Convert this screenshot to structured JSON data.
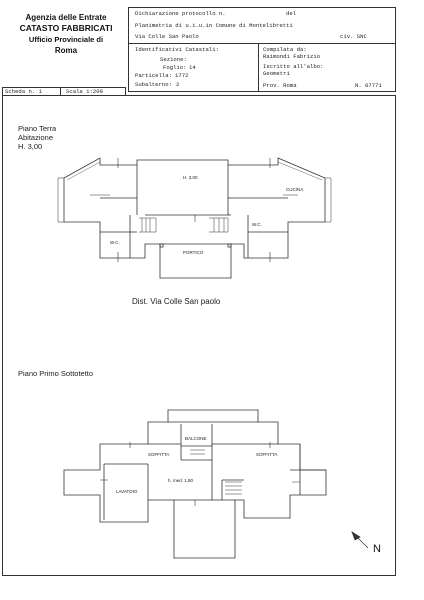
{
  "agency": {
    "line1": "Agenzia delle Entrate",
    "line2": "CATASTO FABBRICATI",
    "line3": "Ufficio Provinciale di",
    "line4": "Roma"
  },
  "header": {
    "dichiarazione": "Dichiarazione protocollo n.",
    "del": "del",
    "planimetria": "Planimetria di u.i.u.in Comune di Montelibretti",
    "via": "Via Colle San Paolo",
    "civ": "civ. SNC",
    "ident_title": "Identificativi Catastali:",
    "sezione_label": "Sezione:",
    "foglio_label": "Foglio:",
    "foglio_value": "14",
    "particella_label": "Particella:",
    "particella_value": "1772",
    "subalterno_label": "Subalterno:",
    "subalterno_value": "2",
    "compilata": "Compilata da:",
    "compilatore": "Raimondi Fabrizio",
    "iscritto": "Iscritto all'albo:",
    "albo": "Geometri",
    "prov": "Prov. Roma",
    "numero": "N. 07771"
  },
  "scheda": {
    "scheda": "Scheda n. 1",
    "scala": "Scala 1:200"
  },
  "ground": {
    "title1": "Piano Terra",
    "title2": "Abitazione",
    "title3": "H. 3,00",
    "room_main": "H. 3,00",
    "room_cucina": "CUCINA",
    "room_wc1": "W.C.",
    "room_wc2": "W.C.",
    "room_portico": "PORTICO"
  },
  "dist": "Dist. Via Colle San paolo",
  "upper": {
    "title": "Piano Primo Sottotetto",
    "room_balcone": "BALCONE",
    "room_soffitta1": "SOFFITTA",
    "room_soffitta2": "SOFFITTA",
    "room_lavatoio": "LAVATOIO",
    "room_hmed": "h. med. 1,80"
  },
  "north": "N"
}
